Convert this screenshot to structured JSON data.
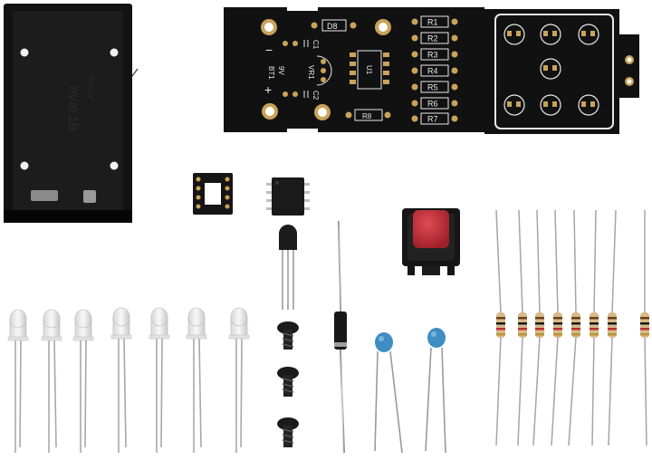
{
  "pcb": {
    "diode_label": "D8",
    "ic_label": "U1",
    "regulator_label": "VR1",
    "cap1_label": "C1",
    "cap2_label": "C2",
    "battery_label": "BT1",
    "voltage_label": "9V",
    "minus_sign": "−",
    "plus_sign": "+",
    "resistor_labels": [
      "R1",
      "R2",
      "R3",
      "R4",
      "R5",
      "R6",
      "R7"
    ],
    "r8_label": "R8"
  },
  "battery_holder": {
    "embossed_text": "9V/6.1B",
    "small_text": "9V/6.1B"
  },
  "colors": {
    "pcb": "#111111",
    "pad_gold": "#c9a35a",
    "silk": "#e9e9e9",
    "button_cap": "#c6313b",
    "ceramic_cap": "#3e8ec4"
  },
  "components": {
    "leds": 7,
    "resistors": 8,
    "screws": 3,
    "ceramic_capacitors": 2
  }
}
